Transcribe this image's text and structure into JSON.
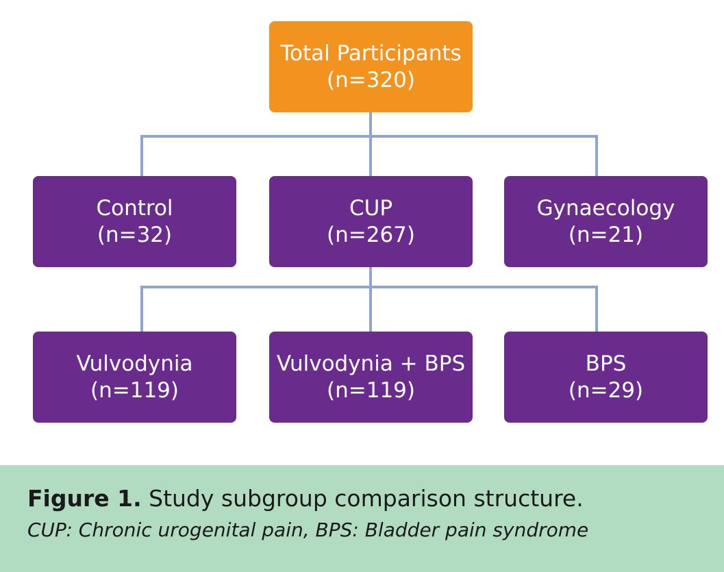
{
  "diagram": {
    "root": {
      "label": "Total Participants",
      "count": "(n=320)"
    },
    "level1": [
      {
        "id": "control",
        "label": "Control",
        "count": "(n=32)"
      },
      {
        "id": "cup",
        "label": "CUP",
        "count": "(n=267)"
      },
      {
        "id": "gyn",
        "label": "Gynaecology",
        "count": "(n=21)"
      }
    ],
    "level2": [
      {
        "id": "vulvo",
        "label": "Vulvodynia",
        "count": "(n=119)"
      },
      {
        "id": "vulvobps",
        "label": "Vulvodynia + BPS",
        "count": "(n=119)"
      },
      {
        "id": "bps",
        "label": "BPS",
        "count": "(n=29)"
      }
    ],
    "colors": {
      "root": "#f2921f",
      "node": "#6a2c8c",
      "connector": "#8ea4d4",
      "caption_background": "#b2dcc2"
    }
  },
  "caption": {
    "figure_label": "Figure 1.",
    "title": "Study subgroup comparison structure.",
    "note": "CUP: Chronic urogenital pain, BPS: Bladder pain syndrome"
  }
}
